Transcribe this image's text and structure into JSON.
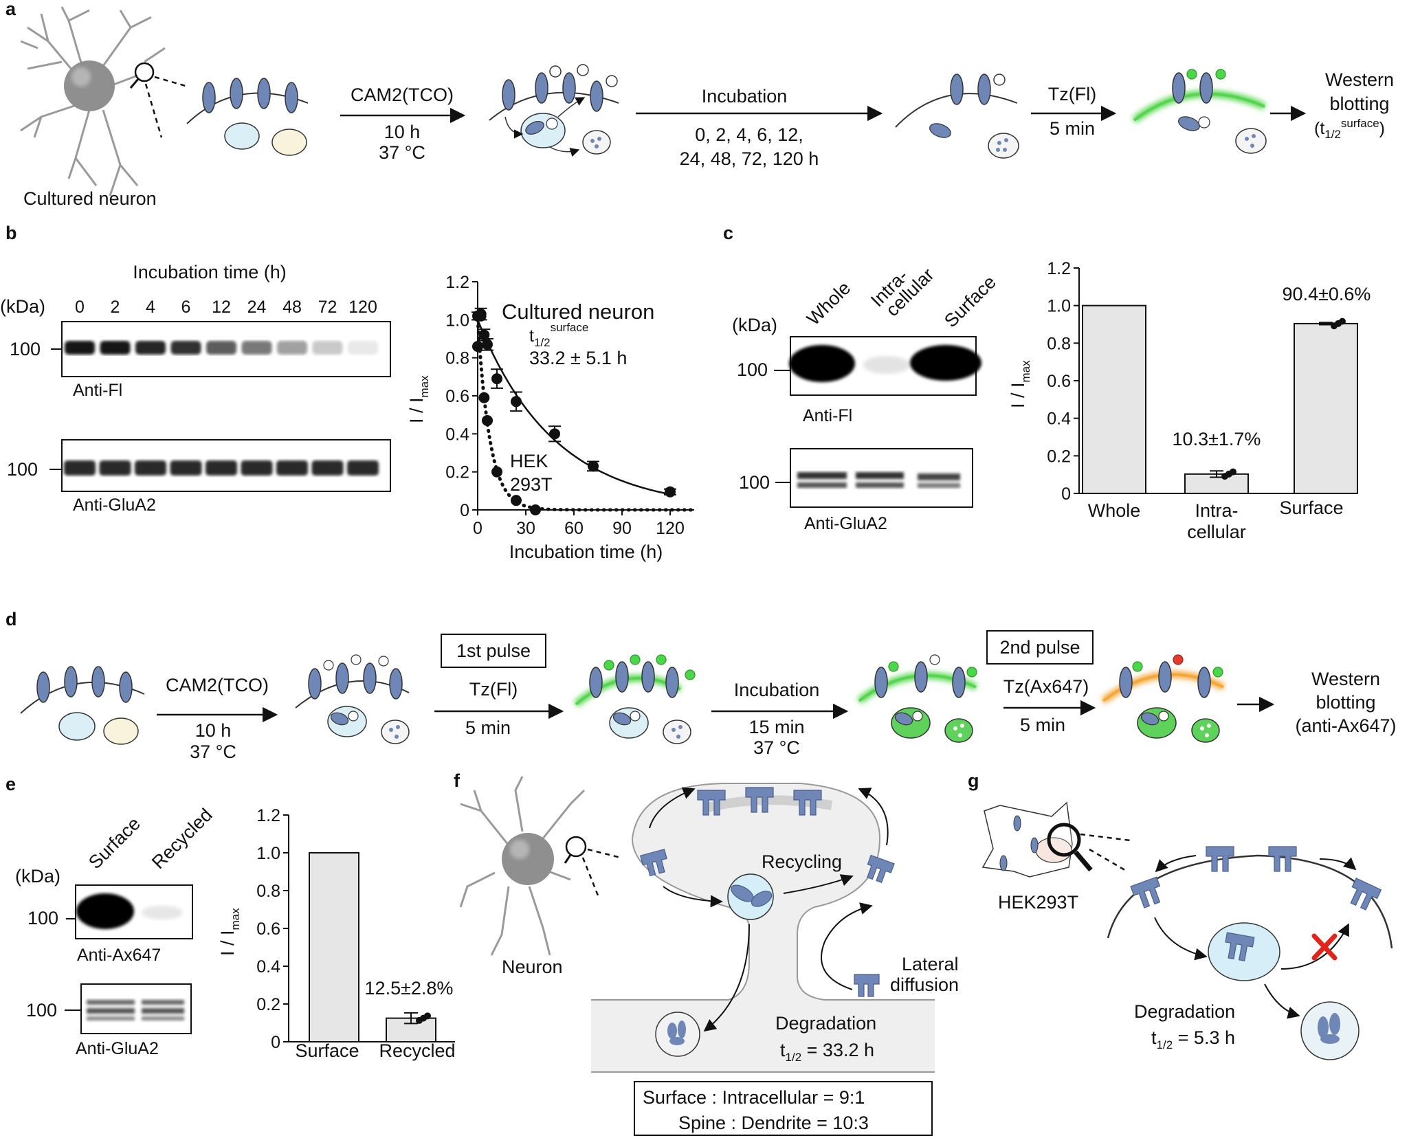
{
  "panels": {
    "a": "a",
    "b": "b",
    "c": "c",
    "d": "d",
    "e": "e",
    "f": "f",
    "g": "g"
  },
  "a": {
    "cell_label": "Cultured neuron",
    "step1": {
      "top": "CAM2(TCO)",
      "mid": "10 h",
      "bot": "37 °C"
    },
    "step2": {
      "top": "Incubation",
      "mid": "0, 2, 4, 6, 12,",
      "bot": "24, 48, 72, 120 h"
    },
    "step3": {
      "top": "Tz(Fl)",
      "bot": "5 min"
    },
    "end": {
      "l1": "Western",
      "l2": "blotting",
      "l3": "(t",
      "sub": "1/2",
      "sup": "surface",
      "close": ")"
    }
  },
  "b": {
    "blot_title": "Incubation time (h)",
    "kda": "(kDa)",
    "lanes": [
      "0",
      "2",
      "4",
      "6",
      "12",
      "24",
      "48",
      "72",
      "120"
    ],
    "marker": "100",
    "blot1_label": "Anti-Fl",
    "blot2_label": "Anti-GluA2",
    "plot_label1": "Cultured neuron",
    "plot_t12": "t",
    "plot_t12_sub": "1/2",
    "plot_t12_sup": "surface",
    "plot_value": "33.2 ± 5.1 h",
    "hek_l1": "HEK",
    "hek_l2": "293T"
  },
  "c": {
    "kda": "(kDa)",
    "lanes": [
      "Whole",
      "Intra-",
      "cellular",
      "Surface"
    ],
    "marker": "100",
    "blot1_label": "Anti-Fl",
    "blot2_label": "Anti-GluA2",
    "ann_intra": "10.3±1.7%",
    "ann_surface": "90.4±0.6%",
    "xlabels": {
      "whole": "Whole",
      "intra1": "Intra-",
      "intra2": "cellular",
      "surface": "Surface"
    }
  },
  "d": {
    "step1": {
      "top": "CAM2(TCO)",
      "mid": "10 h",
      "bot": "37 °C"
    },
    "pulse1": "1st pulse",
    "step2": {
      "top": "Tz(Fl)",
      "bot": "5 min"
    },
    "step3": {
      "top": "Incubation",
      "mid": "15 min",
      "bot": "37 °C"
    },
    "pulse2": "2nd pulse",
    "step4": {
      "top": "Tz(Ax647)",
      "bot": "5 min"
    },
    "end": {
      "l1": "Western",
      "l2": "blotting",
      "l3": "(anti-Ax647)"
    }
  },
  "e": {
    "kda": "(kDa)",
    "lanes": [
      "Surface",
      "Recycled"
    ],
    "marker": "100",
    "blot1_label": "Anti-Ax647",
    "blot2_label": "Anti-GluA2",
    "ann": "12.5±2.8%"
  },
  "f": {
    "neuron": "Neuron",
    "recycling": "Recycling",
    "lateral1": "Lateral",
    "lateral2": "diffusion",
    "degradation": "Degradation",
    "t12": "t",
    "t12_sub": "1/2",
    "t12_val": " = 33.2 h",
    "box1": "Surface : Intracellular = 9:1",
    "box2": "Spine : Dendrite = 10:3"
  },
  "g": {
    "cell": "HEK293T",
    "degradation": "Degradation",
    "t12": "t",
    "t12_sub": "1/2",
    "t12_val": " = 5.3 h"
  },
  "chart_data": [
    {
      "id": "b-plot",
      "type": "scatter",
      "xlabel": "Incubation time (h)",
      "ylabel": "I / I",
      "ylabel_sub": "max",
      "xlim": [
        0,
        135
      ],
      "ylim": [
        0,
        1.2
      ],
      "xticks": [
        0,
        30,
        60,
        90,
        120
      ],
      "yticks": [
        0,
        0.2,
        0.4,
        0.6,
        0.8,
        1.0,
        1.2
      ],
      "series": [
        {
          "name": "Cultured neuron",
          "style": "solid",
          "half_life": 33.2,
          "x": [
            0,
            2,
            4,
            6,
            12,
            24,
            48,
            72,
            120
          ],
          "y": [
            1.02,
            1.03,
            0.92,
            0.87,
            0.69,
            0.57,
            0.4,
            0.23,
            0.095
          ],
          "err": [
            0.02,
            0.03,
            0.03,
            0.03,
            0.05,
            0.05,
            0.04,
            0.025,
            0.015
          ]
        },
        {
          "name": "HEK 293T",
          "style": "dotted",
          "half_life": 5.3,
          "x": [
            0,
            2,
            4,
            6,
            12,
            24,
            36
          ],
          "y": [
            0.86,
            1.02,
            0.59,
            0.47,
            0.2,
            0.05,
            0.0
          ],
          "err": [
            0,
            0,
            0,
            0,
            0,
            0,
            0
          ]
        }
      ]
    },
    {
      "id": "c-plot",
      "type": "bar",
      "categories": [
        "Whole",
        "Intra-cellular",
        "Surface"
      ],
      "values": [
        1.0,
        0.103,
        0.904
      ],
      "err": [
        0,
        0.017,
        0.006
      ],
      "ylabel": "I / I",
      "ylabel_sub": "max",
      "ylim": [
        0,
        1.2
      ],
      "yticks": [
        0,
        0.2,
        0.4,
        0.6,
        0.8,
        1.0,
        1.2
      ]
    },
    {
      "id": "e-plot",
      "type": "bar",
      "categories": [
        "Surface",
        "Recycled"
      ],
      "values": [
        1.0,
        0.125
      ],
      "err": [
        0,
        0.028
      ],
      "ylabel": "I / I",
      "ylabel_sub": "max",
      "ylim": [
        0,
        1.2
      ],
      "yticks": [
        0,
        0.2,
        0.4,
        0.6,
        0.8,
        1.0,
        1.2
      ]
    }
  ]
}
